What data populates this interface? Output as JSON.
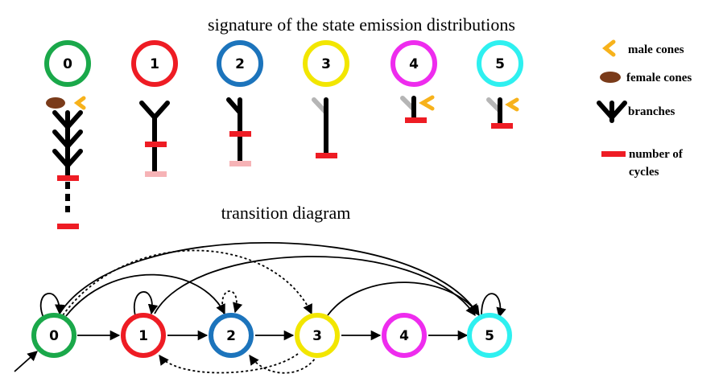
{
  "diagram": {
    "emission_title": "signature of the state emission distributions",
    "transition_title": "transition diagram",
    "states": [
      {
        "label": "0",
        "color": "#1aa84a"
      },
      {
        "label": "1",
        "color": "#ee1c24"
      },
      {
        "label": "2",
        "color": "#1c74bc"
      },
      {
        "label": "3",
        "color": "#f2e600"
      },
      {
        "label": "4",
        "color": "#ee2cee"
      },
      {
        "label": "5",
        "color": "#2ef0f0"
      }
    ],
    "legend": {
      "male_cones": "male cones",
      "female_cones": "female cones",
      "branches": "branches",
      "number_of_cycles_line1": "number of",
      "number_of_cycles_line2": "cycles"
    },
    "colors": {
      "male_cone": "#f7b21b",
      "female_cone": "#7a3b1a",
      "branch": "#000000",
      "cycle_bar": "#ee1c24",
      "faded_cycle_bar": "#f6b3b6",
      "faded_branch": "#b5b5b5"
    }
  }
}
